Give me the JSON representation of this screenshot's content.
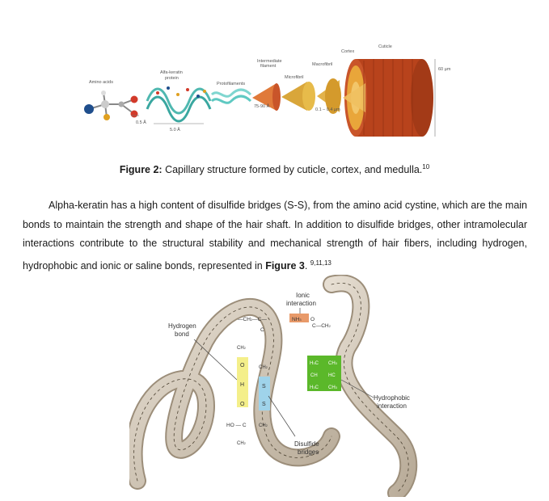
{
  "figure2": {
    "labels": {
      "amino_acids": "Amino acids",
      "alfa_keratin": "Alfa-keratin",
      "protein": "protein",
      "protofilaments": "Protofilaments",
      "intermediate": "Intermediate",
      "filament": "filament",
      "microfibril": "Microfibril",
      "macrofibril": "Macrofibril",
      "cortex": "Cortex",
      "cuticle": "Cuticle",
      "size_60": "60 µm",
      "size_05": "0.5 Å",
      "size_50": "5.0 Å",
      "size_7590": "75-90 Å",
      "size_0104": "0.1 – 0.4 µm"
    },
    "caption_bold": "Figure 2:",
    "caption_text": " Capillary structure formed by cuticle, cortex, and medulla.",
    "caption_ref": "10"
  },
  "paragraph": {
    "text_start": "Alpha-keratin has a high content of disulfide bridges (S-S), from the amino acid cystine, which are the main bonds to maintain the strength and shape of the hair shaft. In addition to disulfide bridges, other intramolecular interactions contribute to the structural stability and mechanical strength of hair fibers, including hydrogen, hydrophobic and ionic or saline bonds, represented in ",
    "figure_ref": "Figure 3",
    "text_end": ". ",
    "refs": "9,11,13"
  },
  "figure3": {
    "ionic_1": "Ionic",
    "ionic_2": "interaction",
    "hydrogen_1": "Hydrogen",
    "hydrogen_2": "bond",
    "hydrophobic_1": "Hydrophobic",
    "hydrophobic_2": "interaction",
    "disulfide_1": "Disulfide",
    "disulfide_2": "bridges",
    "chem_ch2": "CH",
    "chem_sub2": "2",
    "chem_c": "C",
    "chem_nh3": "NH",
    "chem_sub3": "3",
    "chem_o": "O",
    "chem_h": "H",
    "chem_s": "S",
    "chem_ho": "HO",
    "chem_ch": "CH",
    "chem_hc": "HC",
    "chem_h3c": "H",
    "chem_c2": "C"
  },
  "colors": {
    "cuticle": "#b8431c",
    "cortex": "#e9a63a",
    "fibre": "#cfc6b8",
    "hydrogen_box": "#f4ef8a",
    "disulfide_box": "#9fd3ea",
    "ionic_box": "#e89a6a",
    "hydrophobic_box": "#5bb82a"
  }
}
